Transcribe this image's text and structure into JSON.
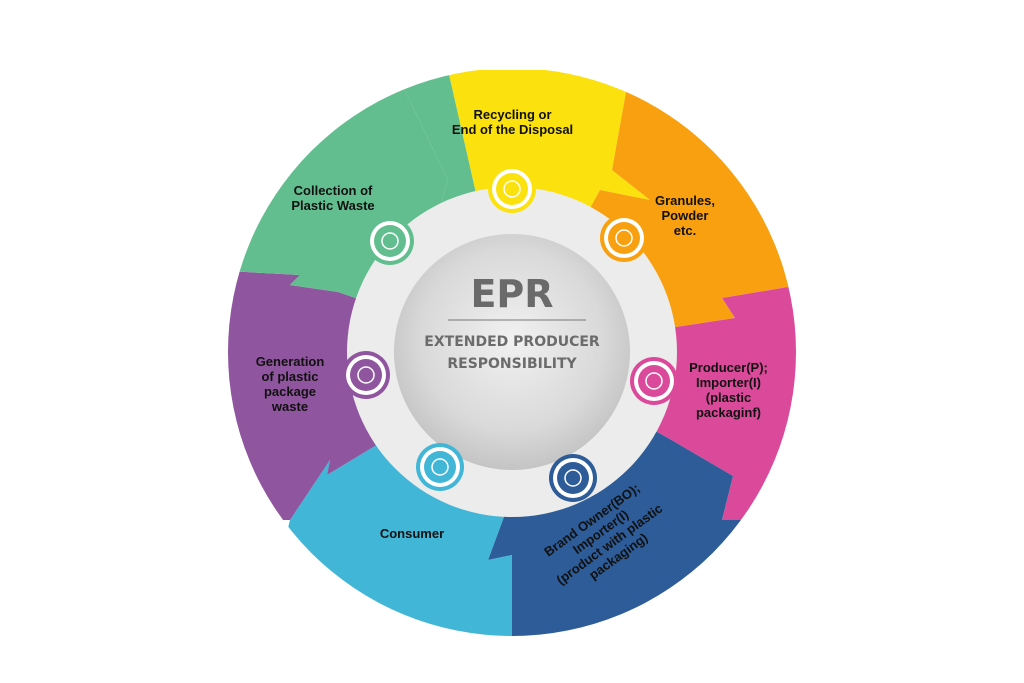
{
  "center": {
    "title": "EPR",
    "subtitle_line1": "EXTENDED PRODUCER",
    "subtitle_line2": "RESPONSIBILITY"
  },
  "segments": [
    {
      "label": "Recycling or\nEnd of the Disposal",
      "color": "#FBE10E",
      "icon": "recycle-icon"
    },
    {
      "label": "Granules,\nPowder\netc.",
      "color": "#F8A010",
      "icon": "cloud-granules-icon"
    },
    {
      "label": "Producer(P);\nImporter(I)\n(plastic\npackaginf)",
      "color": "#DB4A9A",
      "icon": "storefront-icon"
    },
    {
      "label": "Brand Owner(BO);\nImporter(I)\n(product with plastic\npackaging)",
      "color": "#2D5C98",
      "icon": "hand-lightbulb-icon"
    },
    {
      "label": "Consumer",
      "color": "#42B6D7",
      "icon": "shopper-icon"
    },
    {
      "label": "Generation\nof plastic\npackage\nwaste",
      "color": "#8F559E",
      "icon": "waste-bag-icon"
    },
    {
      "label": "Collection of\nPlastic Waste",
      "color": "#62BE8F",
      "icon": "no-plastic-icon"
    }
  ]
}
